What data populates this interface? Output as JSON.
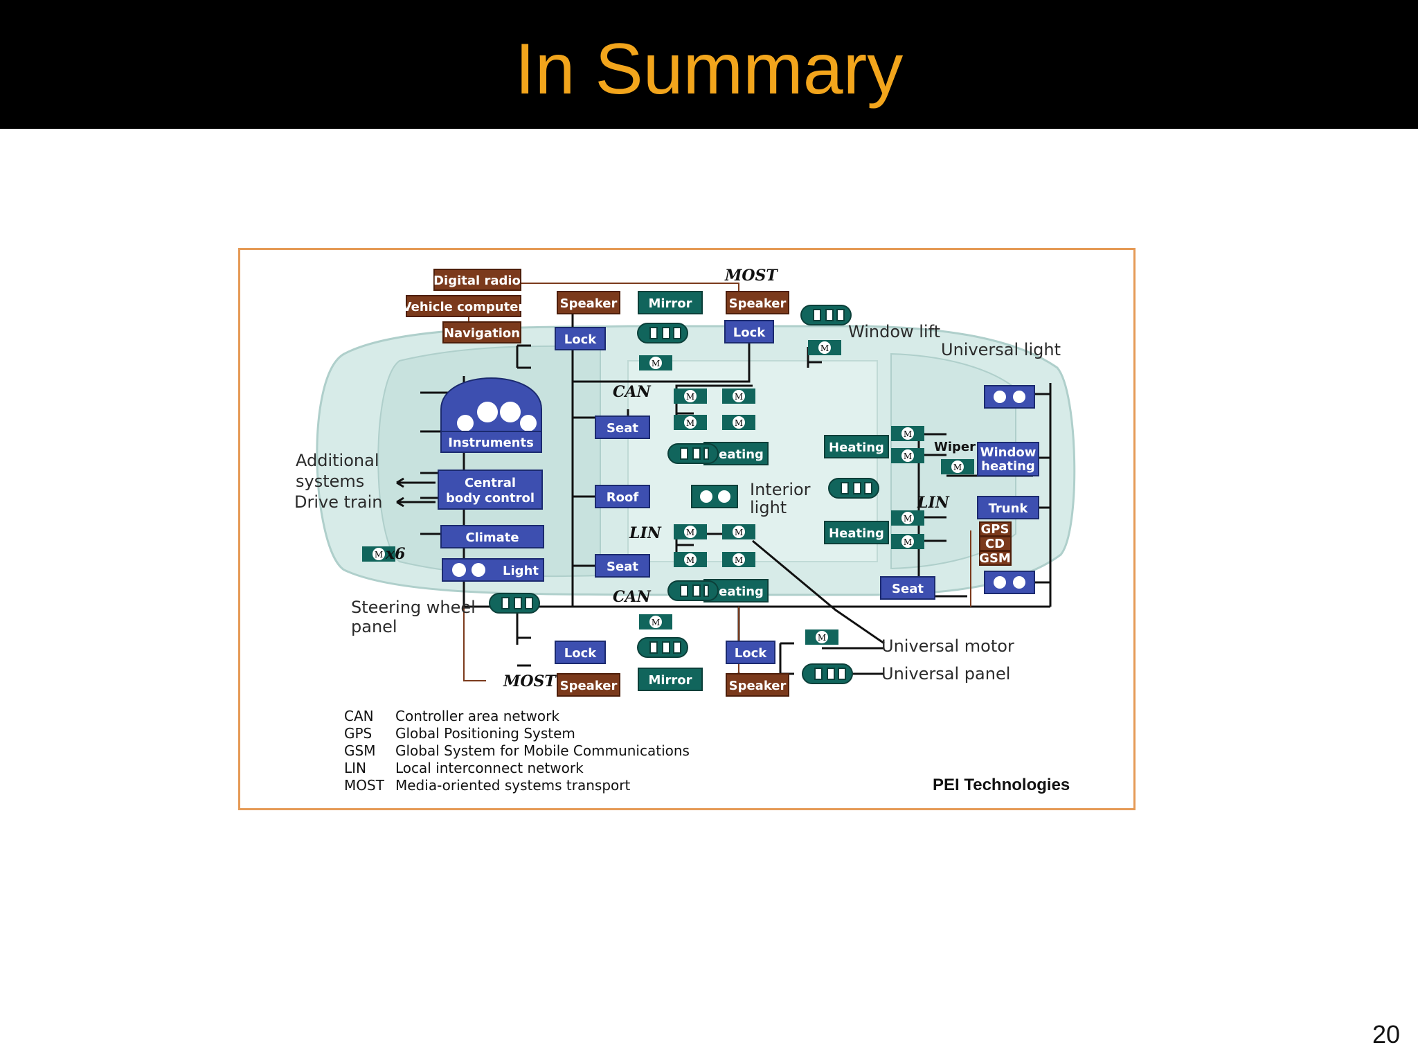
{
  "slide": {
    "title": "In Summary",
    "page_number": "20"
  },
  "diagram": {
    "brown_boxes": {
      "digital_radio": "Digital radio",
      "vehicle_computer": "Vehicle computer",
      "navigation": "Navigation",
      "speaker_tl": "Speaker",
      "speaker_tr": "Speaker",
      "speaker_bl": "Speaker",
      "speaker_br": "Speaker",
      "gps": "GPS",
      "cd": "CD",
      "gsm": "GSM"
    },
    "blue_boxes": {
      "instruments": "Instruments",
      "central_1": "Central",
      "central_2": "body control",
      "climate": "Climate",
      "light": "Light",
      "lock_tl": "Lock",
      "lock_tr": "Lock",
      "lock_bl": "Lock",
      "lock_br": "Lock",
      "seat_top": "Seat",
      "seat_mid": "Seat",
      "seat_right": "Seat",
      "roof": "Roof",
      "trunk": "Trunk",
      "window_heating_1": "Window",
      "window_heating_2": "heating"
    },
    "teal_boxes": {
      "mirror_top": "Mirror",
      "mirror_bottom": "Mirror",
      "heating_1": "Heating",
      "heating_2": "Heating",
      "heating_3": "Heating",
      "heating_4": "Heating"
    },
    "motor_symbol": "M",
    "labels": {
      "additional_1": "Additional",
      "additional_2": "systems",
      "drive_train": "Drive train",
      "x6": "x6",
      "steering_1": "Steering wheel",
      "steering_2": "panel",
      "window_lift": "Window lift",
      "universal_light": "Universal light",
      "interior_1": "Interior",
      "interior_2": "light",
      "wiper": "Wiper",
      "universal_motor": "Universal motor",
      "universal_panel": "Universal panel"
    },
    "network_labels": {
      "most_top": "MOST",
      "most_bottom": "MOST",
      "can_top": "CAN",
      "can_bottom": "CAN",
      "lin_left": "LIN",
      "lin_right": "LIN"
    },
    "legend": [
      {
        "abbr": "CAN",
        "desc": "Controller area network"
      },
      {
        "abbr": "GPS",
        "desc": "Global Positioning System"
      },
      {
        "abbr": "GSM",
        "desc": "Global System for Mobile Communications"
      },
      {
        "abbr": "LIN",
        "desc": "Local interconnect network"
      },
      {
        "abbr": "MOST",
        "desc": "Media-oriented systems transport"
      }
    ],
    "credit": "PEI Technologies"
  }
}
